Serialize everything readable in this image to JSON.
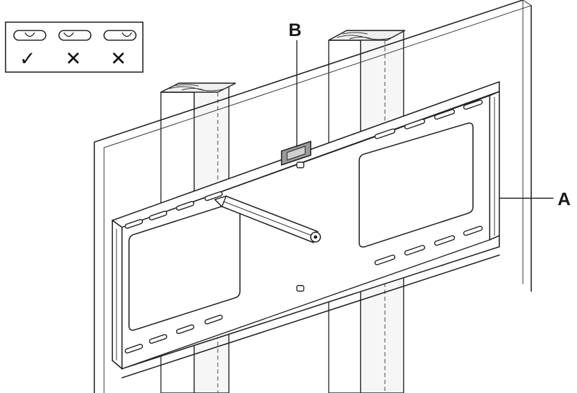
{
  "callouts": {
    "bracket_label": "A",
    "level_label": "B"
  },
  "legend": {
    "items": [
      {
        "status": "correct",
        "symbol": "✓"
      },
      {
        "status": "incorrect",
        "symbol": "✕"
      },
      {
        "status": "incorrect",
        "symbol": "✕"
      }
    ]
  },
  "colors": {
    "line": "#222222",
    "level_fill": "#9a9a9a",
    "stud_wood": "#f4f4f4",
    "background": "#ffffff"
  }
}
